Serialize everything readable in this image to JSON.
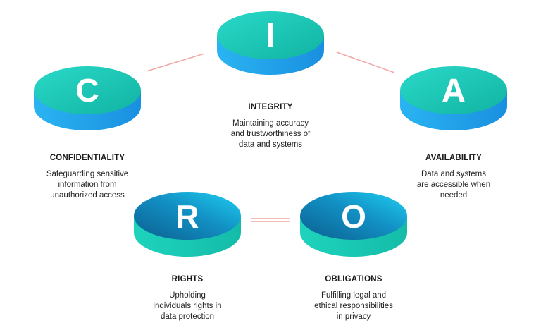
{
  "colors": {
    "teal_top_light": "#22d3c5",
    "teal_top_dark": "#14b8a6",
    "blue_side": "#1ea6f0",
    "blue_top_light": "#20c9ee",
    "blue_top_dark": "#0a6d9e",
    "teal_side": "#17c9b5",
    "connector": "#f2a6a6"
  },
  "nodes": {
    "integrity": {
      "letter": "I",
      "title": "INTEGRITY",
      "desc": [
        "Maintaining accuracy",
        "and trustworthiness of",
        "data and systems"
      ]
    },
    "confidentiality": {
      "letter": "C",
      "title": "CONFIDENTIALITY",
      "desc": [
        "Safeguarding sensitive",
        "information from",
        "unauthorized access"
      ]
    },
    "availability": {
      "letter": "A",
      "title": "AVAILABILITY",
      "desc": [
        "Data and systems",
        "are accessible when",
        "needed"
      ]
    },
    "rights": {
      "letter": "R",
      "title": "RIGHTS",
      "desc": [
        "Upholding",
        "individuals rights in",
        "data protection"
      ]
    },
    "obligations": {
      "letter": "O",
      "title": "OBLIGATIONS",
      "desc": [
        "Fulfilling legal and",
        "ethical responsibilities",
        "in privacy"
      ]
    }
  }
}
